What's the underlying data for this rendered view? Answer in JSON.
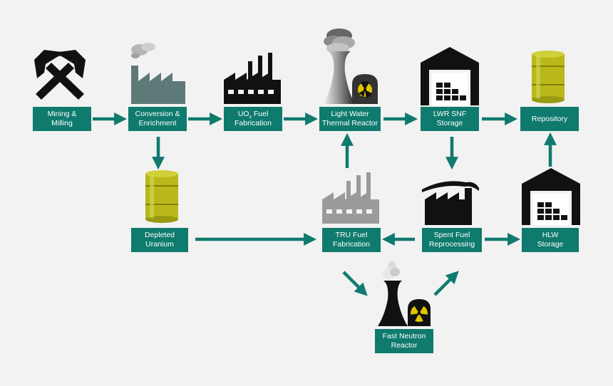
{
  "nodes": {
    "mining": {
      "line1": "Mining &",
      "line2": "Milling"
    },
    "conversion": {
      "line1": "Conversion &",
      "line2": "Enrichment"
    },
    "fuel_fab": {
      "line1_prefix": "UO",
      "line1_sub": "x",
      "line1_suffix": " Fuel",
      "line2": "Fabrication"
    },
    "lwr": {
      "line1": "Light Water",
      "line2": "Thermal Reactor"
    },
    "lwr_snf": {
      "line1": "LWR SNF",
      "line2": "Storage"
    },
    "repository": {
      "line1": "Repository"
    },
    "depleted": {
      "line1": "Depleted",
      "line2": "Uranium"
    },
    "tru_fab": {
      "line1": "TRU Fuel",
      "line2": "Fabrication"
    },
    "reprocessing": {
      "line1": "Spent Fuel",
      "line2": "Reprocessing"
    },
    "hlw": {
      "line1": "HLW",
      "line2": "Storage"
    },
    "fast": {
      "line1": "Fast Neutron",
      "line2": "Reactor"
    }
  },
  "colors": {
    "box": "#0f7a6e",
    "arrow": "#0f7a6e",
    "background": "#f2f2f2",
    "barrel": "#b8b81a",
    "black": "#111111",
    "gray": "#9a9a9a",
    "slate": "#5e7a78",
    "radiation": "#e0c400"
  }
}
